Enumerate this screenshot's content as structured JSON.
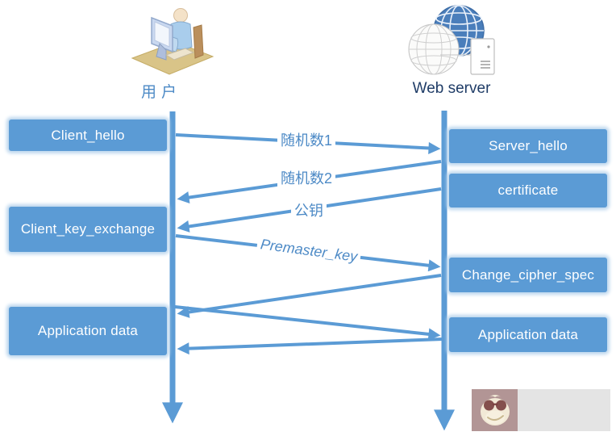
{
  "actors": {
    "user": {
      "label": "用户"
    },
    "server": {
      "label": "Web server"
    }
  },
  "boxes": {
    "left": [
      {
        "label": "Client_hello"
      },
      {
        "label": "Client_key_exchange"
      },
      {
        "label": "Application data"
      }
    ],
    "right": [
      {
        "label": "Server_hello"
      },
      {
        "label": "certificate"
      },
      {
        "label": "Change_cipher_spec"
      },
      {
        "label": "Application data"
      }
    ]
  },
  "messages": [
    {
      "label": "随机数1",
      "direction": "right"
    },
    {
      "label": "随机数2",
      "direction": "left"
    },
    {
      "label": "公钥",
      "direction": "left"
    },
    {
      "label": "Premaster_key",
      "direction": "right"
    },
    {
      "label": "",
      "direction": "left"
    },
    {
      "label": "",
      "direction": "right"
    },
    {
      "label": "",
      "direction": "left"
    }
  ],
  "icons": {
    "user": "user-at-computer-icon",
    "server": "globe-server-icon",
    "watermark": "blog-watermark-logo-icon"
  },
  "colors": {
    "accent": "#5B9BD5",
    "box_fill": "#5B9BD5",
    "box_glow": "#BDD7EE",
    "label_blue": "#4D8AC6",
    "navy": "#1F3C67",
    "box_text": "#FFFFFF"
  }
}
